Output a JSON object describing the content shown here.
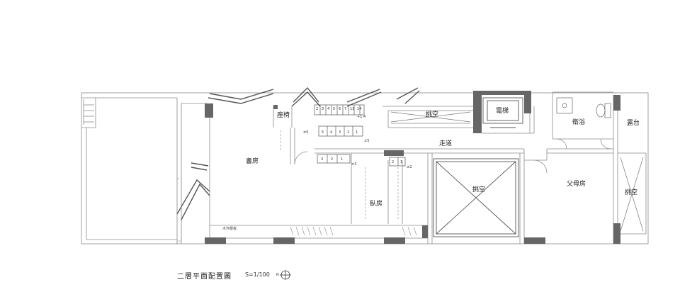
{
  "rooms": {
    "study": "書房",
    "seat": "座椅",
    "void_top": "挑空",
    "elevator": "電梯",
    "bath": "衛浴",
    "balcony": "露台",
    "corridor": "走道",
    "bedroom": "臥房",
    "void_center": "挑空",
    "parents_room": "父母房",
    "void_right": "挑空",
    "floor_note": "木作層板"
  },
  "stairs": {
    "upper_steps": [
      "2",
      "3",
      "4",
      "5",
      "6",
      "7",
      "13",
      "14"
    ],
    "lower_steps": [
      "5",
      "4",
      "3",
      "2",
      "1"
    ],
    "landing_steps": [
      "3",
      "2",
      "1"
    ],
    "right_steps": [
      "2",
      "1"
    ],
    "level_marks": [
      "+1.4",
      "±0",
      "±5",
      "±3",
      "±2"
    ]
  },
  "caption": {
    "title": "二層平面配置圖",
    "scale": "S=1/100"
  },
  "icons": {
    "north_arrow": "north-arrow-icon"
  }
}
